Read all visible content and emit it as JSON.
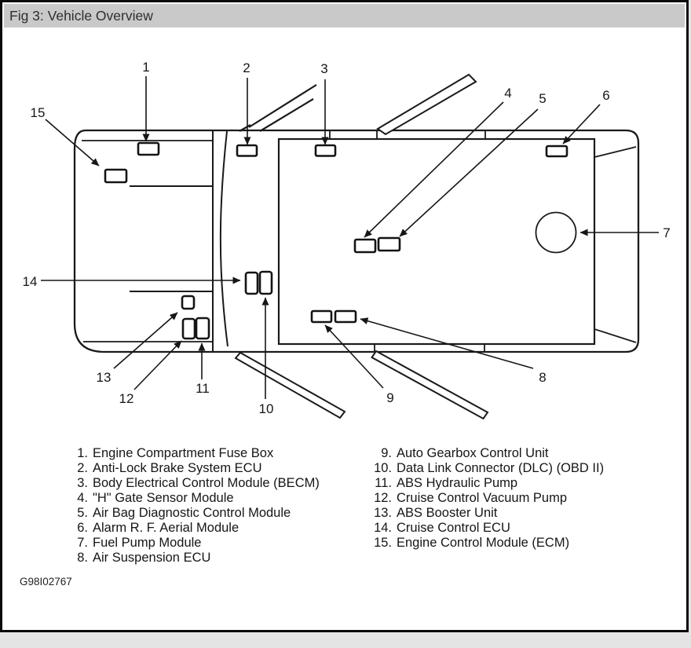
{
  "header": {
    "title": "Fig 3: Vehicle Overview"
  },
  "footer": {
    "code": "G98I02767"
  },
  "colors": {
    "header_bg": "#c9c9c9",
    "ink": "#161616",
    "panel_bg": "#ffffff",
    "page_bg": "#e4e4e4"
  },
  "components": [
    {
      "num": "1",
      "legend_num": "1.",
      "label": "Engine Compartment Fuse Box"
    },
    {
      "num": "2",
      "legend_num": "2.",
      "label": "Anti-Lock Brake System ECU"
    },
    {
      "num": "3",
      "legend_num": "3.",
      "label": "Body Electrical Control Module (BECM)"
    },
    {
      "num": "4",
      "legend_num": "4.",
      "label": "\"H\" Gate Sensor Module"
    },
    {
      "num": "5",
      "legend_num": "5.",
      "label": "Air Bag Diagnostic Control Module"
    },
    {
      "num": "6",
      "legend_num": "6.",
      "label": "Alarm R. F. Aerial Module"
    },
    {
      "num": "7",
      "legend_num": "7.",
      "label": "Fuel Pump Module"
    },
    {
      "num": "8",
      "legend_num": "8.",
      "label": "Air Suspension ECU"
    },
    {
      "num": "9",
      "legend_num": "9.",
      "label": "Auto Gearbox Control Unit"
    },
    {
      "num": "10",
      "legend_num": "10.",
      "label": "Data Link Connector (DLC) (OBD II)"
    },
    {
      "num": "11",
      "legend_num": "11.",
      "label": "ABS Hydraulic Pump"
    },
    {
      "num": "12",
      "legend_num": "12.",
      "label": "Cruise Control Vacuum Pump"
    },
    {
      "num": "13",
      "legend_num": "13.",
      "label": "ABS Booster Unit"
    },
    {
      "num": "14",
      "legend_num": "14.",
      "label": "Cruise Control ECU"
    },
    {
      "num": "15",
      "legend_num": "15.",
      "label": "Engine Control Module (ECM)"
    }
  ]
}
